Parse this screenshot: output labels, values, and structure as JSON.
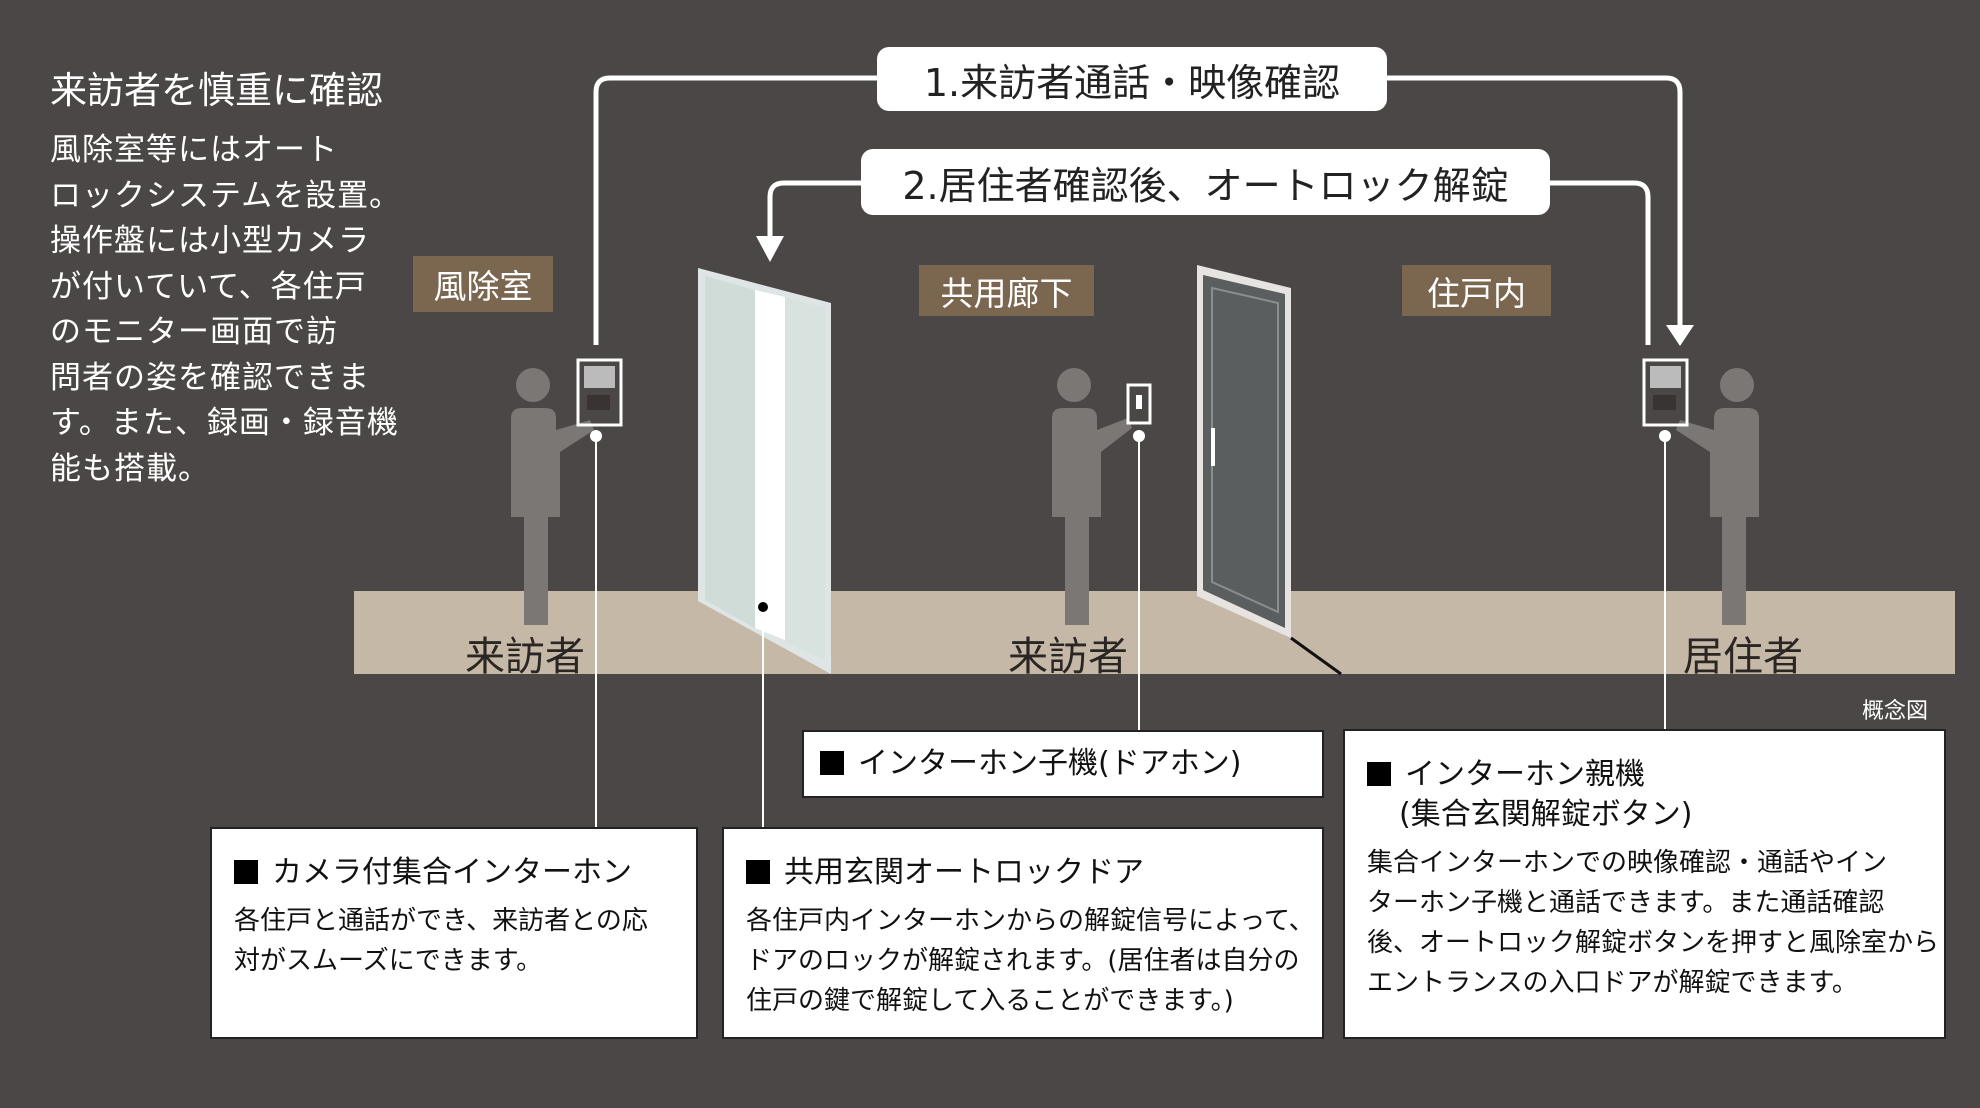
{
  "title": "来訪者を慎重に確認",
  "intro_lines": [
    "風除室等にはオート",
    "ロックシステムを設置。",
    "操作盤には小型カメラ",
    "が付いていて、各住戸",
    "のモニター画面で訪",
    "問者の姿を確認できま",
    "す。また、録画・録音機",
    "能も搭載。"
  ],
  "steps": [
    {
      "label": "1.来訪者通話・映像確認"
    },
    {
      "label": "2.居住者確認後、オートロック解錠"
    }
  ],
  "zones": [
    "風除室",
    "共用廊下",
    "住戸内"
  ],
  "figures": [
    "来訪者",
    "来訪者",
    "居住者"
  ],
  "concept_note": "概念図",
  "callouts": {
    "camera_intercom": {
      "title": "カメラ付集合インターホン",
      "lines": [
        "各住戸と通話ができ、来訪者との応",
        "対がスムーズにできます。"
      ]
    },
    "auto_lock_door": {
      "title": "共用玄関オートロックドア",
      "lines": [
        "各住戸内インターホンからの解錠信号によって、",
        "ドアのロックが解錠されます。(居住者は自分の",
        "住戸の鍵で解錠して入ることができます。)"
      ]
    },
    "door_phone": {
      "title": "インターホン子機(ドアホン)"
    },
    "master_unit": {
      "title_lines": [
        "インターホン親機",
        "(集合玄関解錠ボタン)"
      ],
      "lines": [
        "集合インターホンでの映像確認・通話やイン",
        "ターホン子機と通話できます。また通話確認",
        "後、オートロック解錠ボタンを押すと風除室から",
        "エントランスの入口ドアが解錠できます。"
      ]
    }
  },
  "colors": {
    "background": "#4b4746",
    "floor": "#c6b8a6",
    "zone_label": "#7b6650",
    "figure": "#7a7775"
  }
}
